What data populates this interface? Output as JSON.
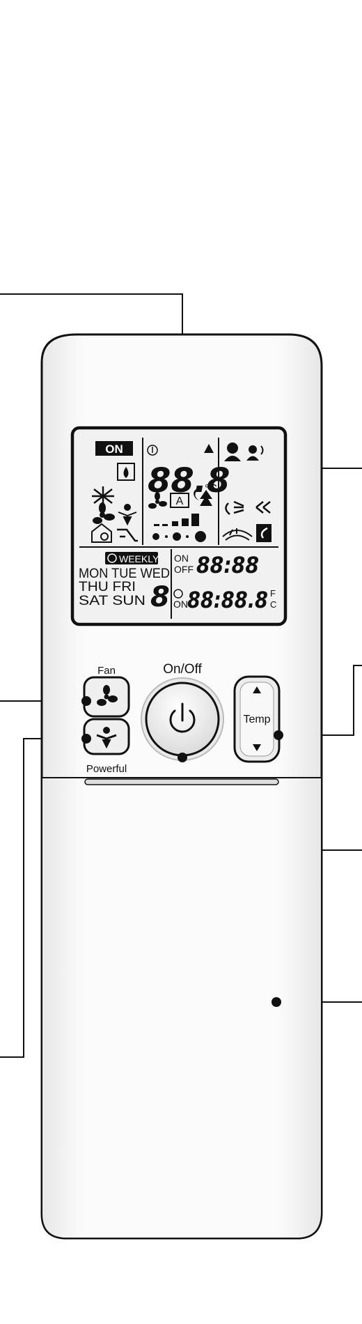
{
  "buttons": {
    "fan_label": "Fan",
    "powerful_label": "Powerful",
    "onoff_label": "On/Off",
    "temp_label": "Temp"
  },
  "lcd": {
    "on_badge": "ON",
    "temp_digits": "88.8",
    "temp_unit": "°C",
    "weekly_label": "WEEKLY",
    "days_row1": "MON TUE WED",
    "days_row2": "THU FRI",
    "days_row3": "SAT SUN",
    "day_digit": "8",
    "on_label": "ON",
    "off_label": "OFF",
    "timer_top": "88:88",
    "timer_bottom": "88:88.8",
    "timer_on_label": "ON",
    "unit_f": "F",
    "unit_c": "C",
    "fan_mode_letter": "A"
  },
  "colors": {
    "outline": "#111111",
    "body_fill": "#f4f4f4",
    "lcd_fill": "#f1f1f1",
    "callout_dot": "#111111"
  },
  "icons": [
    "droplet-icon",
    "snowflake-icon",
    "fan-icon",
    "powerful-icon",
    "house-eco-icon",
    "swing-icon",
    "thermometer-icon",
    "triangle-indicator-icon",
    "person-sensor-icon",
    "person-wave-icon",
    "airflow-icon",
    "night-moon-icon",
    "tree-icon",
    "clock-icon",
    "power-icon",
    "arrow-up-icon",
    "arrow-down-icon"
  ]
}
